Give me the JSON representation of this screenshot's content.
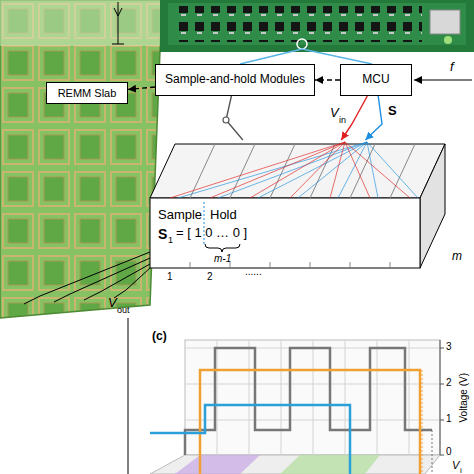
{
  "diagram": {
    "nodes": [
      {
        "text": [
          "Sample-and-hold Modules"
        ]
      },
      {
        "text": [
          "MCU"
        ]
      },
      {
        "text": [
          "REMM Slab"
        ]
      },
      {
        "text": [
          "Sample",
          "Hold",
          "S",
          "1",
          "= [ 1 0 … 0 ]"
        ]
      }
    ],
    "edges": [
      {
        "from": 1,
        "to": 0,
        "arrow": "to"
      },
      {
        "from": 0,
        "to": 2,
        "arrow": "to"
      },
      {
        "from": 1,
        "to": 3,
        "arrow": "to"
      },
      {
        "from": 1,
        "to": 3,
        "arrow": "to"
      },
      {
        "from": 0,
        "to": 3,
        "arrow": "none"
      }
    ],
    "labels": [
      "V",
      "in",
      "S",
      "f",
      "m-1",
      "m",
      "1",
      "2",
      "......",
      "V",
      "out",
      "(c)",
      "3",
      "2",
      "1",
      "0",
      "Voltage (V)",
      "V",
      "i"
    ]
  }
}
